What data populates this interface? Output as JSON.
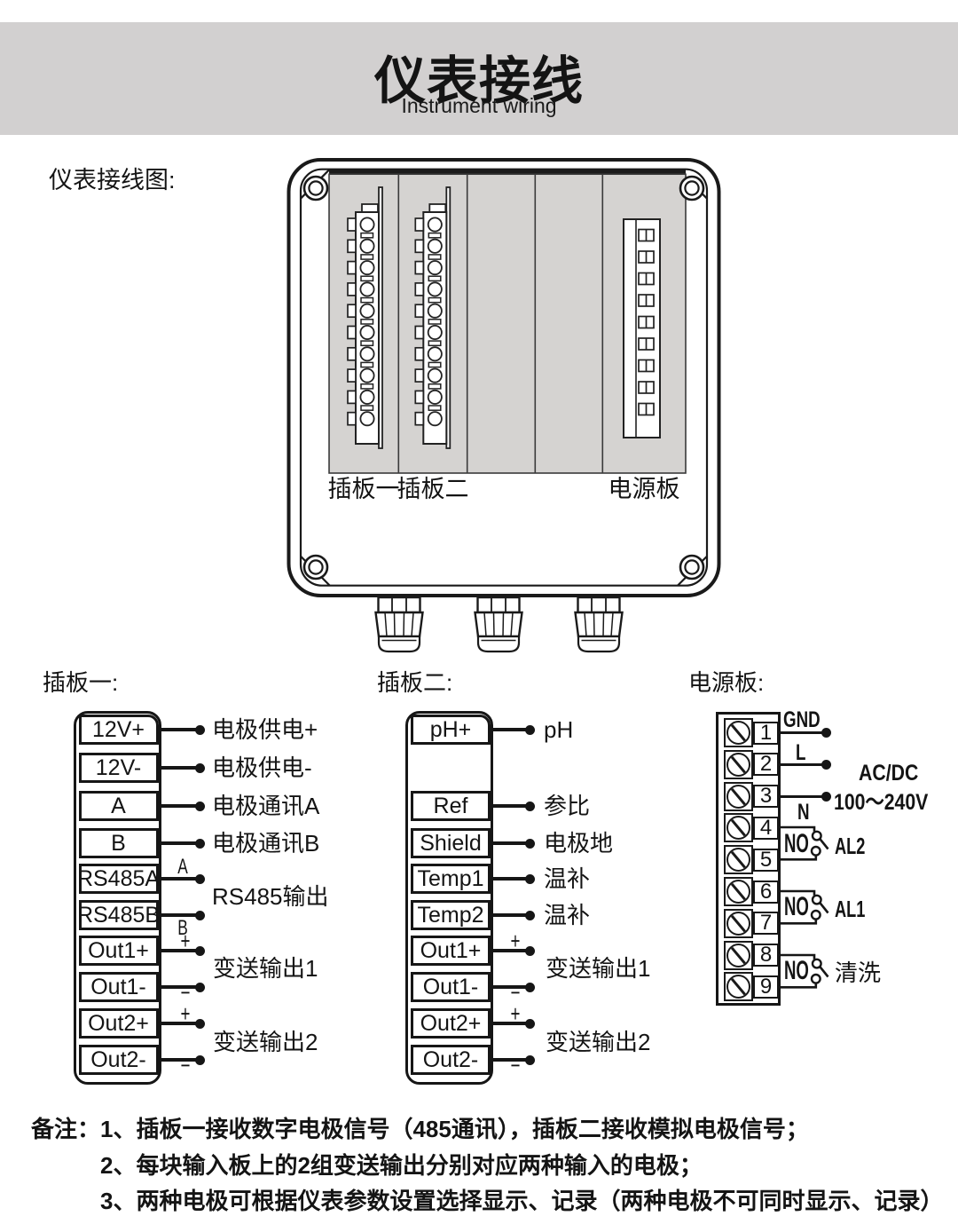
{
  "header": {
    "title": "仪表接线",
    "subtitle": "Instrument wiring"
  },
  "section": {
    "diagram_label": "仪表接线图:"
  },
  "device": {
    "slot1_label": "插板一",
    "slot2_label": "插板二",
    "power_label": "电源板"
  },
  "plug1": {
    "heading": "插板一:",
    "terminals": [
      "12V+",
      "12V-",
      "A",
      "B",
      "RS485A",
      "RS485B",
      "Out1+",
      "Out1-",
      "Out2+",
      "Out2-"
    ],
    "wire_labels": [
      "电极供电+",
      "电极供电-",
      "电极通讯A",
      "电极通讯B"
    ],
    "rs485": {
      "a": "A",
      "b": "B",
      "label": "RS485输出"
    },
    "out1": {
      "plus": "+",
      "minus": "−",
      "label": "变送输出1"
    },
    "out2": {
      "plus": "+",
      "minus": "−",
      "label": "变送输出2"
    }
  },
  "plug2": {
    "heading": "插板二:",
    "terminals": [
      "pH+",
      "Ref",
      "Shield",
      "Temp1",
      "Temp2",
      "Out1+",
      "Out1-",
      "Out2+",
      "Out2-"
    ],
    "wire_labels": [
      "pH",
      "参比",
      "电极地",
      "温补",
      "温补"
    ],
    "out1": {
      "plus": "+",
      "minus": "−",
      "label": "变送输出1"
    },
    "out2": {
      "plus": "+",
      "minus": "−",
      "label": "变送输出2"
    }
  },
  "power": {
    "heading": "电源板:",
    "terminals": [
      "1",
      "2",
      "3",
      "4",
      "5",
      "6",
      "7",
      "8",
      "9"
    ],
    "gnd": "GND",
    "line": "L",
    "neutral": "N",
    "acdc": [
      "AC/DC",
      "100～240V"
    ],
    "relays": [
      {
        "no": "NO",
        "label": "AL2"
      },
      {
        "no": "NO",
        "label": "AL1"
      },
      {
        "no": "NO",
        "label": "清洗"
      }
    ]
  },
  "notes": {
    "prefix": "备注：",
    "items": [
      "1、插板一接收数字电极信号（485通讯），插板二接收模拟电极信号；",
      "2、每块输入板上的2组变送输出分别对应两种输入的电极；",
      "3、两种电极可根据仪表参数设置选择显示、记录（两种电极不可同时显示、记录）"
    ]
  }
}
